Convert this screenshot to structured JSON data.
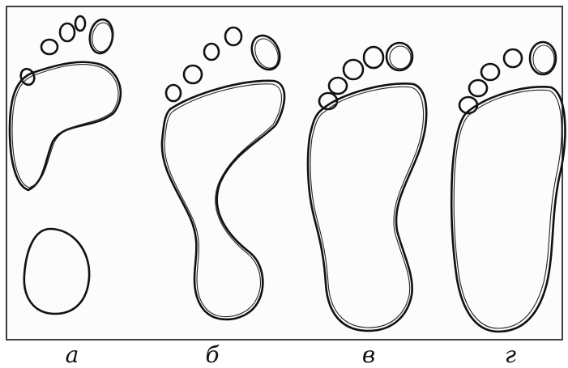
{
  "figure": {
    "panels": [
      {
        "label": "а",
        "arch": "hollow"
      },
      {
        "label": "б",
        "arch": "high"
      },
      {
        "label": "в",
        "arch": "normal"
      },
      {
        "label": "г",
        "arch": "flat"
      }
    ],
    "colors": {
      "stroke": "#111111",
      "background": "#fcfcfd"
    }
  }
}
